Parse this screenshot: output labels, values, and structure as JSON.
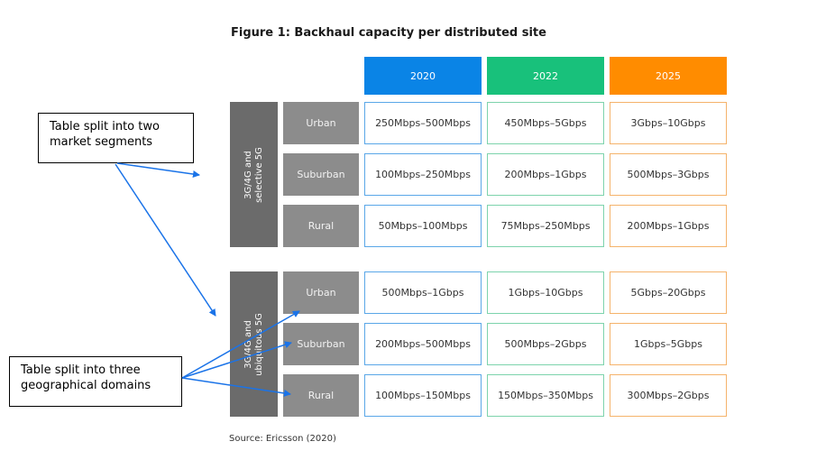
{
  "title": "Figure 1: Backhaul capacity per distributed site",
  "source": "Source: Ericsson (2020)",
  "years": [
    "2020",
    "2022",
    "2025"
  ],
  "colors": {
    "y2020": "#0a84e6",
    "y2022": "#18c17b",
    "y2025": "#ff8c00",
    "segment": "#6b6b6b",
    "domain": "#8c8c8c",
    "arrow": "#1a73e8"
  },
  "segments": [
    {
      "label_line1": "3G/4G and",
      "label_line2": "selective 5G",
      "rows": [
        {
          "domain": "Urban",
          "values": [
            "250Mbps–500Mbps",
            "450Mbps–5Gbps",
            "3Gbps–10Gbps"
          ]
        },
        {
          "domain": "Suburban",
          "values": [
            "100Mbps–250Mbps",
            "200Mbps–1Gbps",
            "500Mbps–3Gbps"
          ]
        },
        {
          "domain": "Rural",
          "values": [
            "50Mbps–100Mbps",
            "75Mbps–250Mbps",
            "200Mbps–1Gbps"
          ]
        }
      ]
    },
    {
      "label_line1": "3G/4G and",
      "label_line2": "ubiquitous 5G",
      "rows": [
        {
          "domain": "Urban",
          "values": [
            "500Mbps–1Gbps",
            "1Gbps–10Gbps",
            "5Gbps–20Gbps"
          ]
        },
        {
          "domain": "Suburban",
          "values": [
            "200Mbps–500Mbps",
            "500Mbps–2Gbps",
            "1Gbps–5Gbps"
          ]
        },
        {
          "domain": "Rural",
          "values": [
            "100Mbps–150Mbps",
            "150Mbps–350Mbps",
            "300Mbps–2Gbps"
          ]
        }
      ]
    }
  ],
  "callouts": {
    "segments": {
      "line1": "Table split into two",
      "line2": "market segments"
    },
    "domains": {
      "line1": "Table split into three",
      "line2": "geographical domains"
    }
  }
}
